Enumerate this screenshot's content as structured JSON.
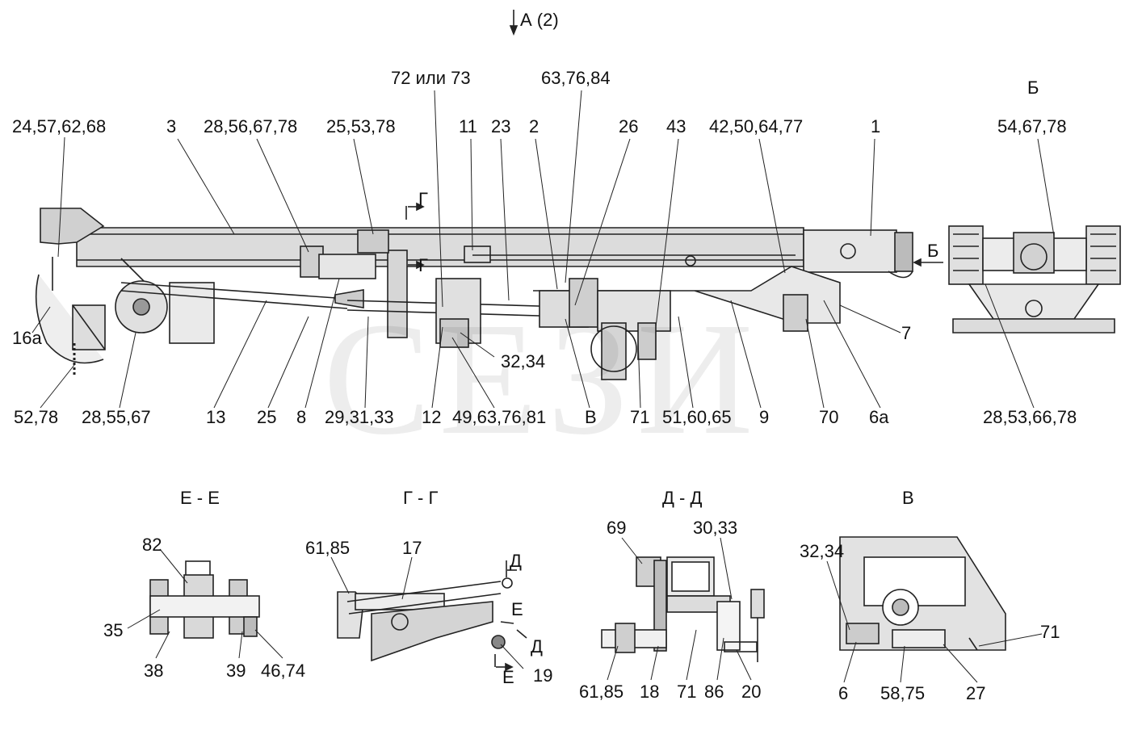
{
  "watermark": "СЕЗИ",
  "view_marks": {
    "view_a": "А (2)",
    "view_b_title": "Б",
    "view_b_arrow": "Б",
    "section_g_mark": "Г",
    "section_g_mark2": "Г",
    "view_v_mark": "В"
  },
  "main_labels": {
    "l_24": "24,57,62,68",
    "l_3": "3",
    "l_28_56": "28,56,67,78",
    "l_25_53": "25,53,78",
    "l_72": "72 или 73",
    "l_63_top": "63,76,84",
    "l_11": "11",
    "l_23": "23",
    "l_2": "2",
    "l_26": "26",
    "l_43": "43",
    "l_42": "42,50,64,77",
    "l_1": "1",
    "l_54": "54,67,78",
    "l_7": "7",
    "l_16a": "16а",
    "l_32_34": "32,34",
    "l_52": "52,78",
    "l_28_55": "28,55,67",
    "l_13": "13",
    "l_25": "25",
    "l_8": "8",
    "l_29": "29,31,33",
    "l_12": "12",
    "l_49": "49,63,76,81",
    "l_71": "71",
    "l_51": "51,60,65",
    "l_9": "9",
    "l_70": "70",
    "l_6a": "6а",
    "l_28_53": "28,53,66,78"
  },
  "section_ee": {
    "title": "Е - Е",
    "l_82": "82",
    "l_35": "35",
    "l_38": "38",
    "l_39": "39",
    "l_46": "46,74"
  },
  "section_gg": {
    "title": "Г - Г",
    "l_61": "61,85",
    "l_17": "17",
    "l_d1": "Д",
    "l_e1": "Е",
    "l_d2": "Д",
    "l_e2": "Е",
    "l_19": "19"
  },
  "section_dd": {
    "title": "Д - Д",
    "l_69": "69",
    "l_30": "30,33",
    "l_61": "61,85",
    "l_18": "18",
    "l_71": "71",
    "l_86": "86",
    "l_20": "20"
  },
  "section_v": {
    "title": "В",
    "l_32": "32,34",
    "l_71": "71",
    "l_6": "6",
    "l_58": "58,75",
    "l_27": "27"
  }
}
